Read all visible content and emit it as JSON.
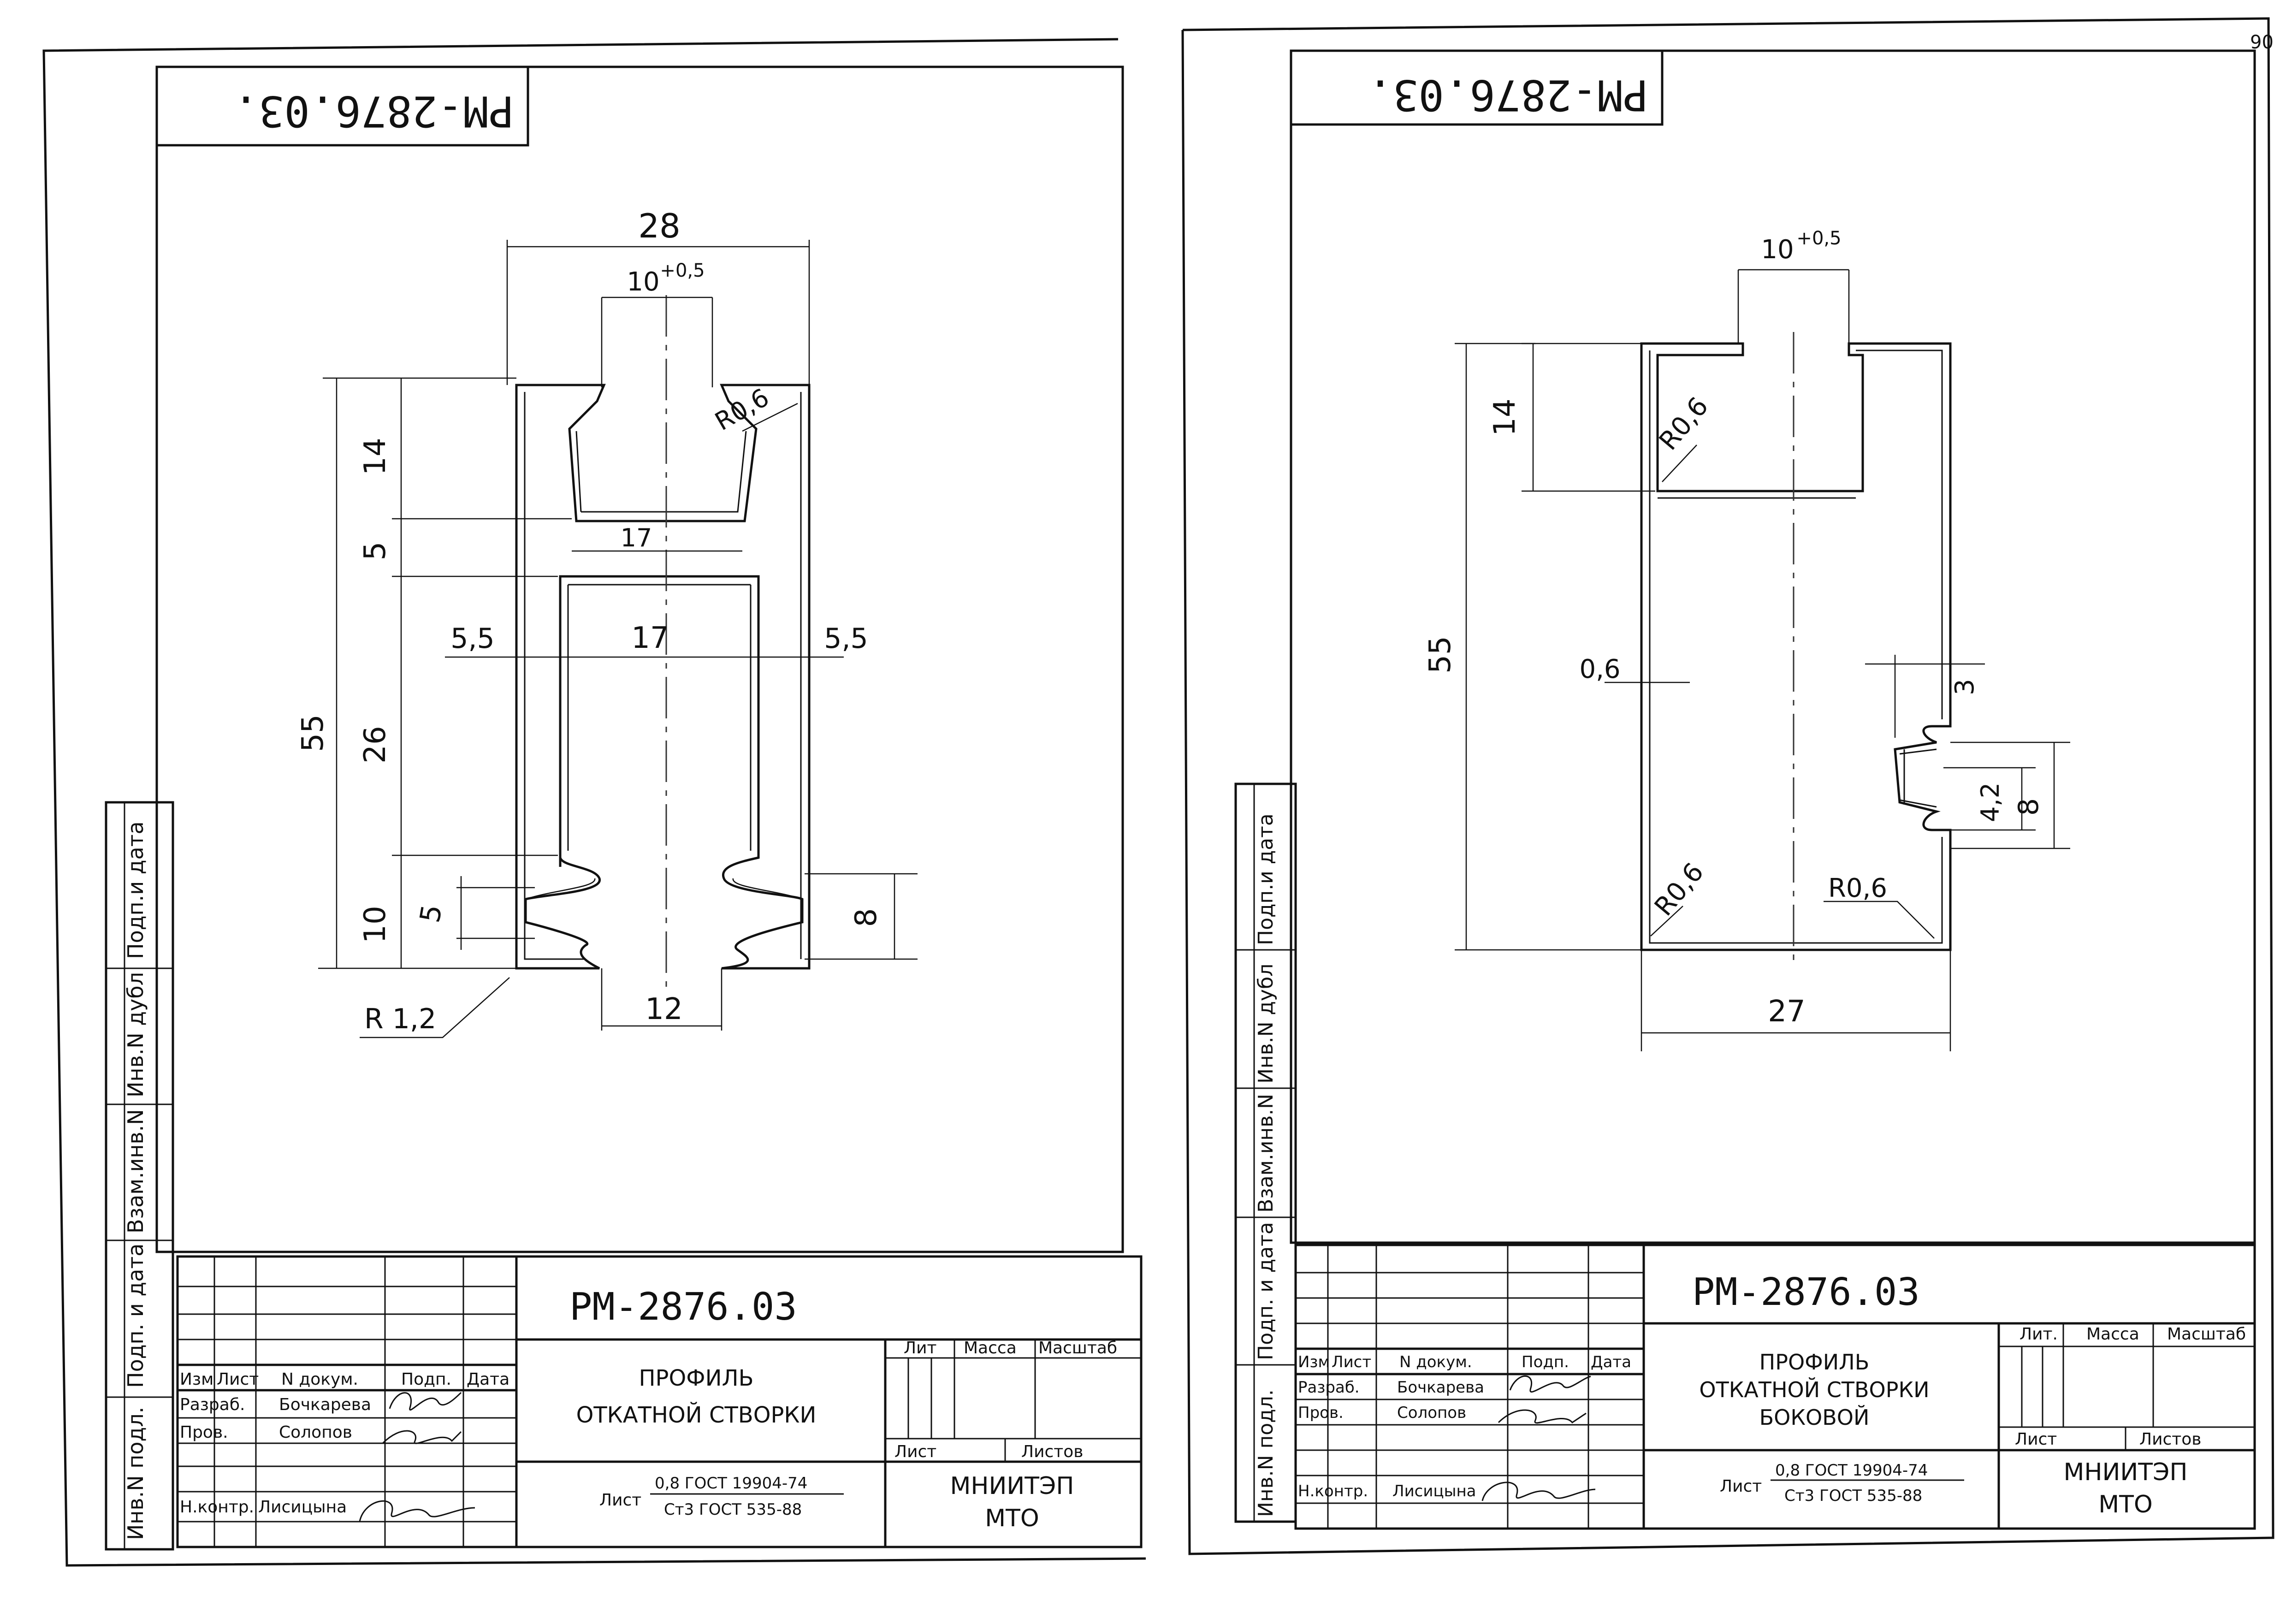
{
  "sheets": [
    {
      "code_rotated": "РМ-2876.03.",
      "code": "РМ-2876.03",
      "title_line1": "ПРОФИЛЬ",
      "title_line2": "ОТКАТНОЙ  СТВОРКИ",
      "title_line3": "",
      "material_label": "Лист",
      "material_line1": "0,8 ГОСТ 19904-74",
      "material_line2": "Ст3 ГОСТ 535-88",
      "org_line1": "МНИИТЭП",
      "org_line2": "МТО",
      "sheet_no": "",
      "dims": {
        "width": "28",
        "slot": "10",
        "slot_tol": "+0,5",
        "height": "55",
        "h14": "14",
        "h5": "5",
        "h26": "26",
        "h10": "10",
        "inner_top": "17",
        "inner_mid": "17",
        "left_wall": "5,5",
        "right_wall": "5,5",
        "groove": "5",
        "r06": "R0,6",
        "groove_r": "8",
        "bottom": "12",
        "radius": "R 1,2"
      }
    },
    {
      "code_rotated": "РМ-2876.03.",
      "code": "РМ-2876.03",
      "title_line1": "ПРОФИЛЬ",
      "title_line2": "ОТКАТНОЙ  СТВОРКИ",
      "title_line3": "БОКОВОЙ",
      "material_label": "Лист",
      "material_line1": "0,8 ГОСТ 19904-74",
      "material_line2": "Ст3 ГОСТ 535-88",
      "org_line1": "МНИИТЭП",
      "org_line2": "МТО",
      "sheet_no": "90",
      "dims": {
        "slot": "10",
        "slot_tol": "+0,5",
        "h14": "14",
        "height": "55",
        "thick": "0,6",
        "gap3": "3",
        "h42": "4,2",
        "h8": "8",
        "width": "27",
        "r_tl": "R0,6",
        "r_bl": "R0,6",
        "r_br": "R0,6"
      }
    }
  ],
  "title_block": {
    "col_izm": "Изм",
    "col_list": "Лист",
    "col_doc": "N  докум.",
    "col_podp": "Подп.",
    "col_data": "Дата",
    "razrab": "Разраб.",
    "razrab_name": "Бочкарева",
    "prov": "Пров.",
    "prov_name": "Солопов",
    "nkontr": "Н.контр.",
    "nkontr_name": "Лисицына",
    "lit": "Лит",
    "lit2": "Лит.",
    "massa": "Масса",
    "masshtab": "Масштаб",
    "list": "Лист",
    "listov": "Листов"
  },
  "side_stamp": {
    "inv_podl": "Инв.N подл.",
    "podp_data": "Подп. и дата",
    "vzam": "Взам.инв.N",
    "inv_dubl": "Инв.N дубл",
    "podp_data2": "Подп.и дата"
  }
}
